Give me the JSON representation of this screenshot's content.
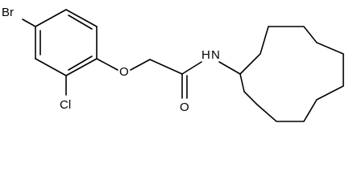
{
  "molecule": {
    "atoms": {
      "bromine": "Br",
      "chlorine": "Cl",
      "ether_oxygen": "O",
      "carbonyl_oxygen": "O",
      "amide_nitrogen": "N",
      "amide_hydrogen": "H"
    }
  }
}
